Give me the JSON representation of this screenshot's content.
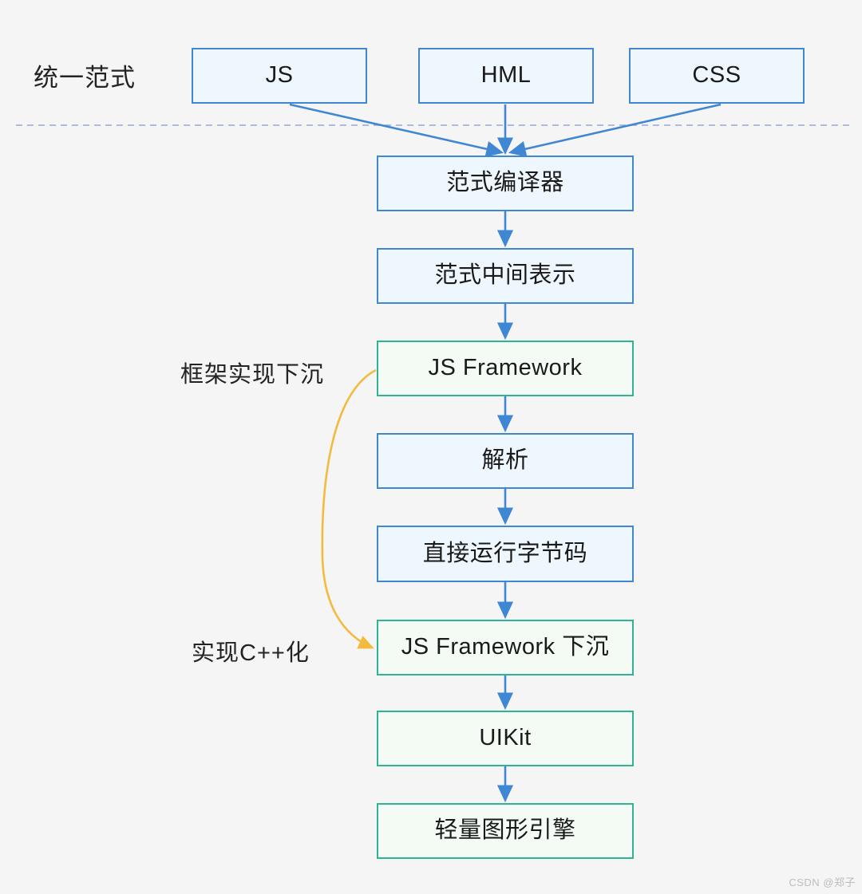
{
  "diagram": {
    "title_label": "统一范式",
    "background_color": "#f5f5f5",
    "colors": {
      "blue_border": "#3f87d2",
      "blue_fill": "#eef7fd",
      "green_border": "#2eb395",
      "green_fill": "#f3fbf4",
      "arrow_blue": "#3f87d2",
      "arrow_orange": "#f2bb3e",
      "divider_dashed": "#9aa5d8",
      "text": "#1a1a1a"
    },
    "top_row": [
      {
        "id": "js",
        "label": "JS",
        "style": "blue"
      },
      {
        "id": "hml",
        "label": "HML",
        "style": "blue"
      },
      {
        "id": "css",
        "label": "CSS",
        "style": "blue"
      }
    ],
    "pipeline": [
      {
        "id": "fanshi-compiler",
        "label": "范式编译器",
        "style": "blue"
      },
      {
        "id": "fanshi-ir",
        "label": "范式中间表示",
        "style": "blue"
      },
      {
        "id": "js-framework",
        "label": "JS Framework",
        "style": "green"
      },
      {
        "id": "parse",
        "label": "解析",
        "style": "blue"
      },
      {
        "id": "run-bytecode",
        "label": "直接运行字节码",
        "style": "blue"
      },
      {
        "id": "js-framework-sink",
        "label": "JS Framework 下沉",
        "style": "green"
      },
      {
        "id": "uikit",
        "label": "UIKit",
        "style": "green"
      },
      {
        "id": "light-graphics-engine",
        "label": "轻量图形引擎",
        "style": "green"
      }
    ],
    "annotations": [
      {
        "id": "framework-sink",
        "label": "框架实现下沉"
      },
      {
        "id": "cpp-impl",
        "label": "实现C++化"
      }
    ],
    "watermark": "CSDN @郑子"
  }
}
